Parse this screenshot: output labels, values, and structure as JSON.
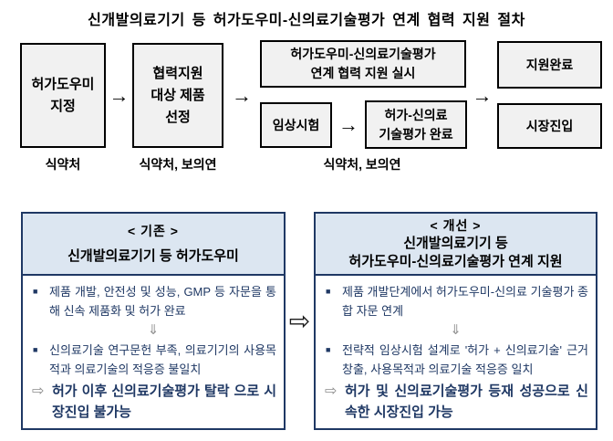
{
  "title": "신개발의료기기 등 허가도우미-신의료기술평가 연계 협력 지원 절차",
  "colors": {
    "flow_box_fill": "#f1f1f1",
    "flow_box_border": "#000000",
    "panel_border": "#1f3864",
    "panel_header_bg": "#dce6f1",
    "body_text": "#1f3864",
    "muted_arrow": "#909090"
  },
  "flow": {
    "arrow": "→",
    "steps": {
      "designation": "허가도우미\n지정",
      "selection": "협력지원\n대상 제품\n선정",
      "support": "허가도우미-신의료기술평가\n연계 협력 지원 실시",
      "clinical": "임상시험",
      "evaluation": "허가-신의료\n기술평가 완료",
      "complete": "지원완료",
      "market": "시장진입"
    },
    "agency_labels": [
      "식약처",
      "식약처, 보의연",
      "식약처, 보의연"
    ]
  },
  "panels": {
    "between_arrow": "⇨",
    "old": {
      "tag": "< 기존 >",
      "heading": "신개발의료기기 등 허가도우미",
      "bullet_marker": "■",
      "bullets": [
        "제품 개발, 안전성 및 성능, GMP 등 자문을 통해 신속 제품화 및 허가 완료",
        "신의료기술 연구문헌 부족, 의료기기의 사용목적과 의료기술의 적응증 불일치"
      ],
      "down_arrow": "⇓",
      "result_arrow": "⇨",
      "result": "허가 이후 신의료기술평가 탈락 으로 시장진입 불가능"
    },
    "new": {
      "tag": "< 개선 >",
      "heading": "신개발의료기기 등\n허가도우미-신의료기술평가 연계 지원",
      "bullet_marker": "■",
      "bullets": [
        "제품 개발단계에서 허가도우미-신의료 기술평가 종합 자문 연계",
        "전략적 임상시험 설계로 '허가 + 신의료기술' 근거 창출, 사용목적과 의료기술 적응증 일치"
      ],
      "down_arrow": "⇓",
      "result_arrow": "⇨",
      "result": "허가 및 신의료기술평가 등재 성공으로 신속한 시장진입 가능"
    }
  }
}
